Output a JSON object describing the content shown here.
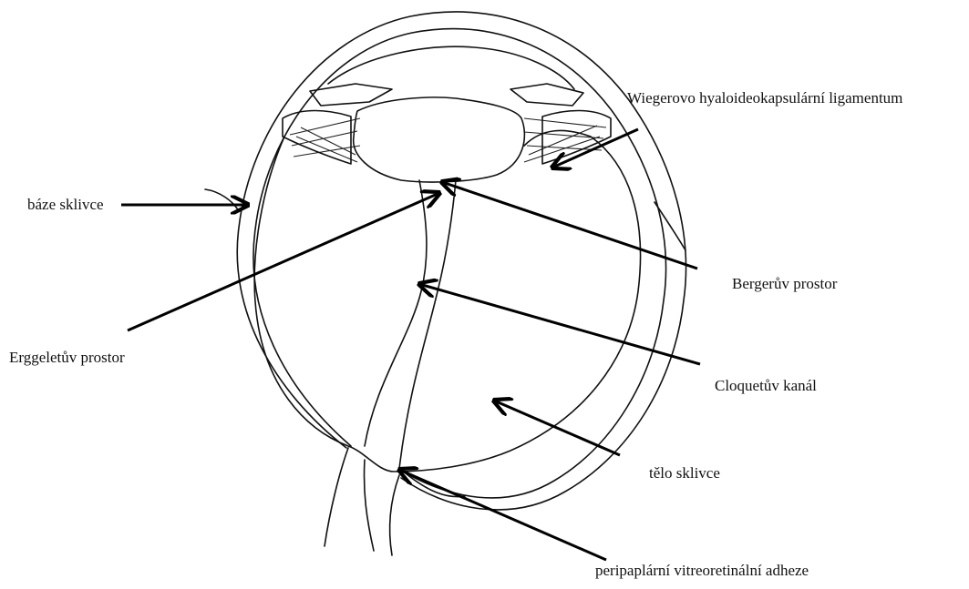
{
  "diagram": {
    "labels": {
      "wiegerovo": "Wiegerovo hyaloideokapsulární ligamentum",
      "baze": "báze sklivce",
      "berger": "Bergerův prostor",
      "erggelet": "Erggeletův prostor",
      "cloquet": "Cloquetův kanál",
      "telo": "tělo sklivce",
      "peripapilarni": "peripaplární vitreoretinální adheze"
    },
    "colors": {
      "ink": "#111111",
      "background": "#ffffff"
    }
  }
}
